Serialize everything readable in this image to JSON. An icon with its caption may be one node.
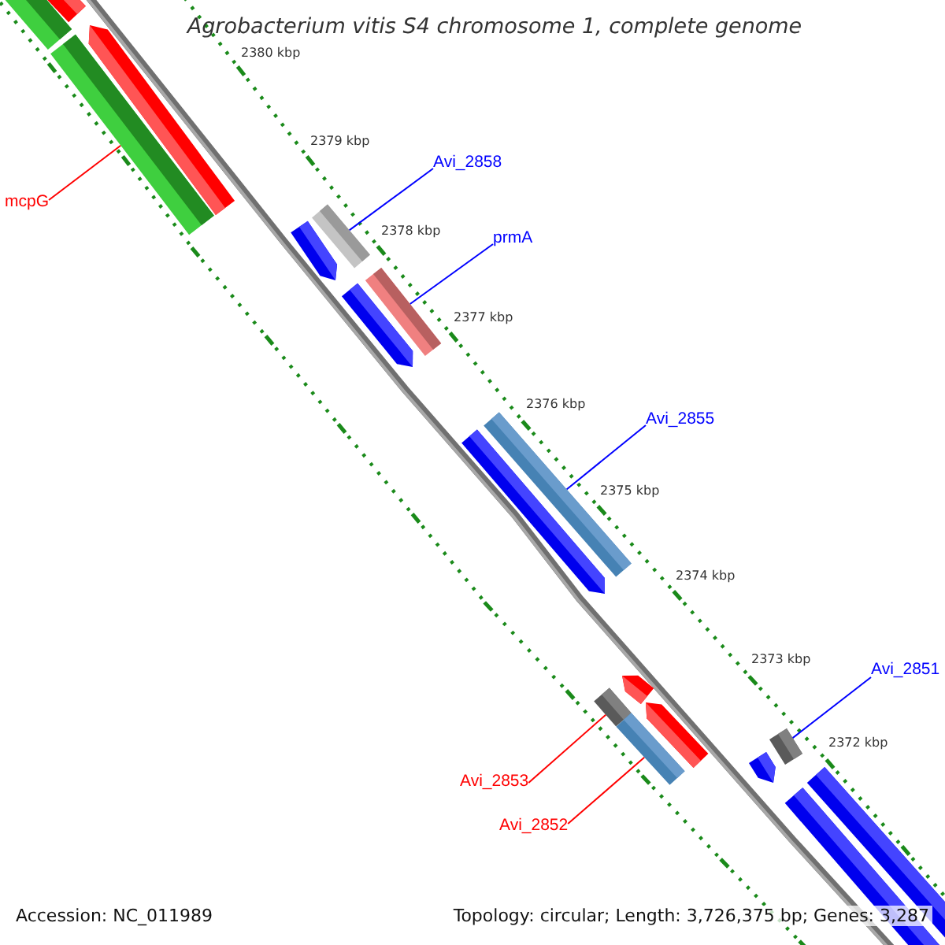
{
  "diagram": {
    "title": "Agrobacterium vitis S4 chromosome 1, complete genome",
    "nodes": [
      {
        "text": [
          "Avi_2858"
        ]
      },
      {
        "text": [],
        "shape": "bar"
      },
      {
        "text": [
          "prmA"
        ]
      },
      {
        "text": [],
        "shape": "bar"
      },
      {
        "text": [
          "mcpG"
        ]
      },
      {
        "text": [],
        "shape": "bar"
      },
      {
        "text": [
          "Avi_2855"
        ]
      },
      {
        "text": [],
        "shape": "bar"
      },
      {
        "text": [
          "Avi_2851"
        ]
      },
      {
        "text": [],
        "shape": "bar"
      },
      {
        "text": [
          "Avi_2853"
        ]
      },
      {
        "text": [],
        "shape": "bar"
      },
      {
        "text": [
          "Avi_2852"
        ]
      },
      {
        "text": [],
        "shape": "bar"
      }
    ],
    "edges": [
      {
        "from": 0,
        "to": 1,
        "arrow": "none"
      },
      {
        "from": 2,
        "to": 3,
        "arrow": "none"
      },
      {
        "from": 4,
        "to": 5,
        "arrow": "none",
        "color": "#ff0000"
      },
      {
        "from": 6,
        "to": 7,
        "arrow": "none"
      },
      {
        "from": 8,
        "to": 9,
        "arrow": "none"
      },
      {
        "from": 10,
        "to": 11,
        "arrow": "none",
        "color": "#ff0000"
      },
      {
        "from": 12,
        "to": 13,
        "arrow": "none",
        "color": "#ff0000"
      }
    ],
    "labels": [
      "2380 kbp",
      "2379 kbp",
      "2378 kbp",
      "2377 kbp",
      "2376 kbp",
      "2375 kbp",
      "2374 kbp",
      "2373 kbp",
      "2372 kbp",
      "Accession: NC_011989",
      "Topology: circular; Length: 3,726,375 bp; Genes: 3,287"
    ]
  }
}
